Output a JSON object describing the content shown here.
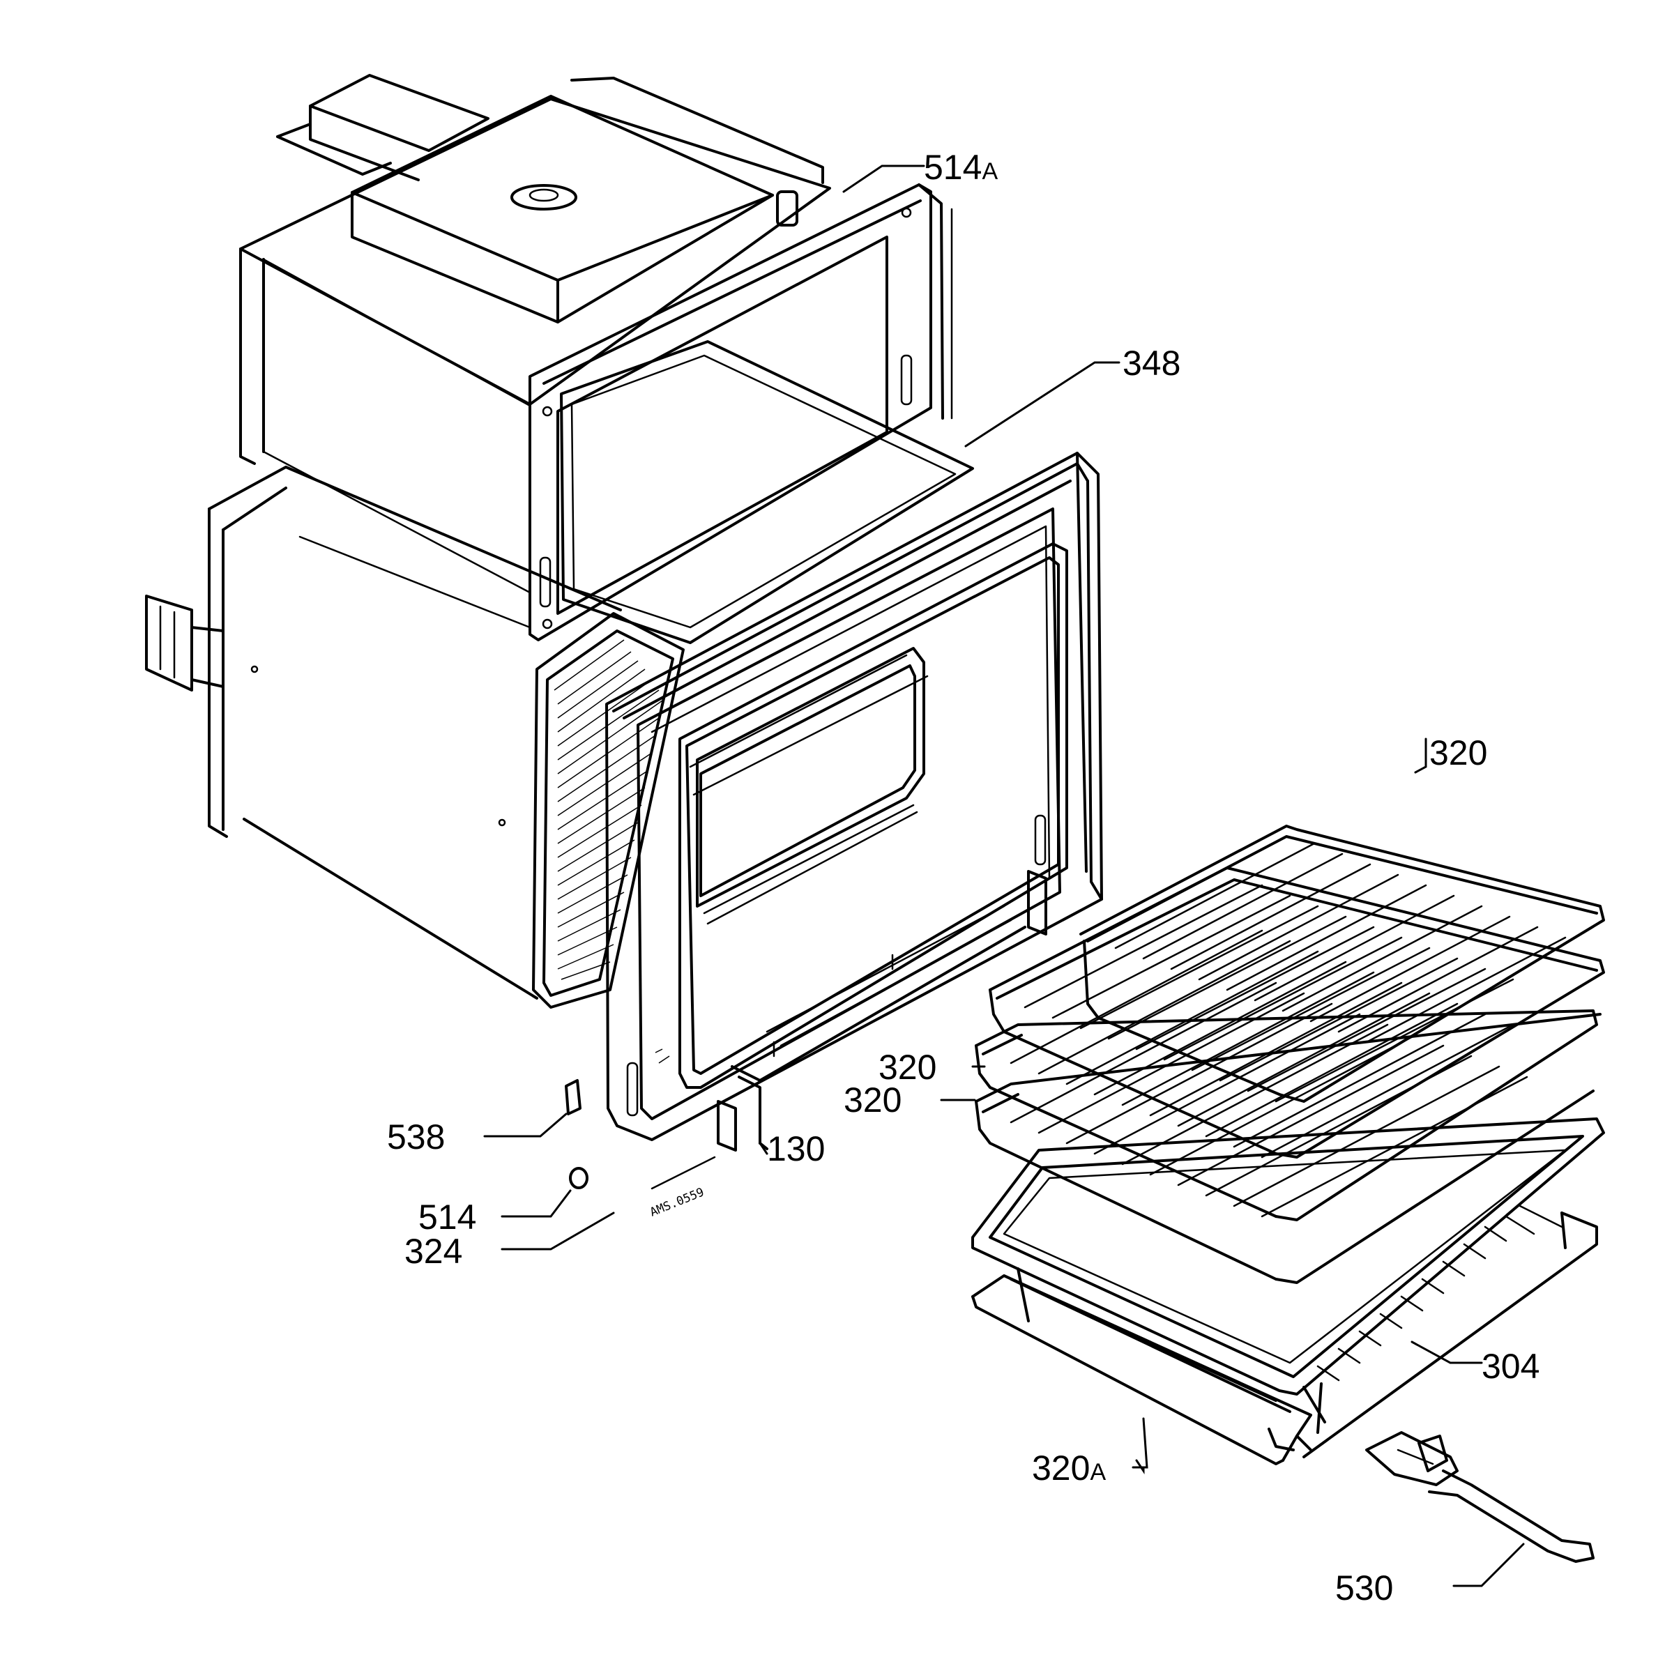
{
  "callouts": [
    {
      "id": "514A",
      "num": "514",
      "suffix": "A"
    },
    {
      "id": "348",
      "num": "348",
      "suffix": ""
    },
    {
      "id": "320-top",
      "num": "320",
      "suffix": ""
    },
    {
      "id": "320-mid",
      "num": "320",
      "suffix": ""
    },
    {
      "id": "320-low",
      "num": "320",
      "suffix": ""
    },
    {
      "id": "130",
      "num": "130",
      "suffix": ""
    },
    {
      "id": "538",
      "num": "538",
      "suffix": ""
    },
    {
      "id": "514",
      "num": "514",
      "suffix": ""
    },
    {
      "id": "324",
      "num": "324",
      "suffix": ""
    },
    {
      "id": "304",
      "num": "304",
      "suffix": ""
    },
    {
      "id": "320A",
      "num": "320",
      "suffix": "A"
    },
    {
      "id": "530",
      "num": "530",
      "suffix": ""
    }
  ],
  "stamp": "AMS.0559"
}
